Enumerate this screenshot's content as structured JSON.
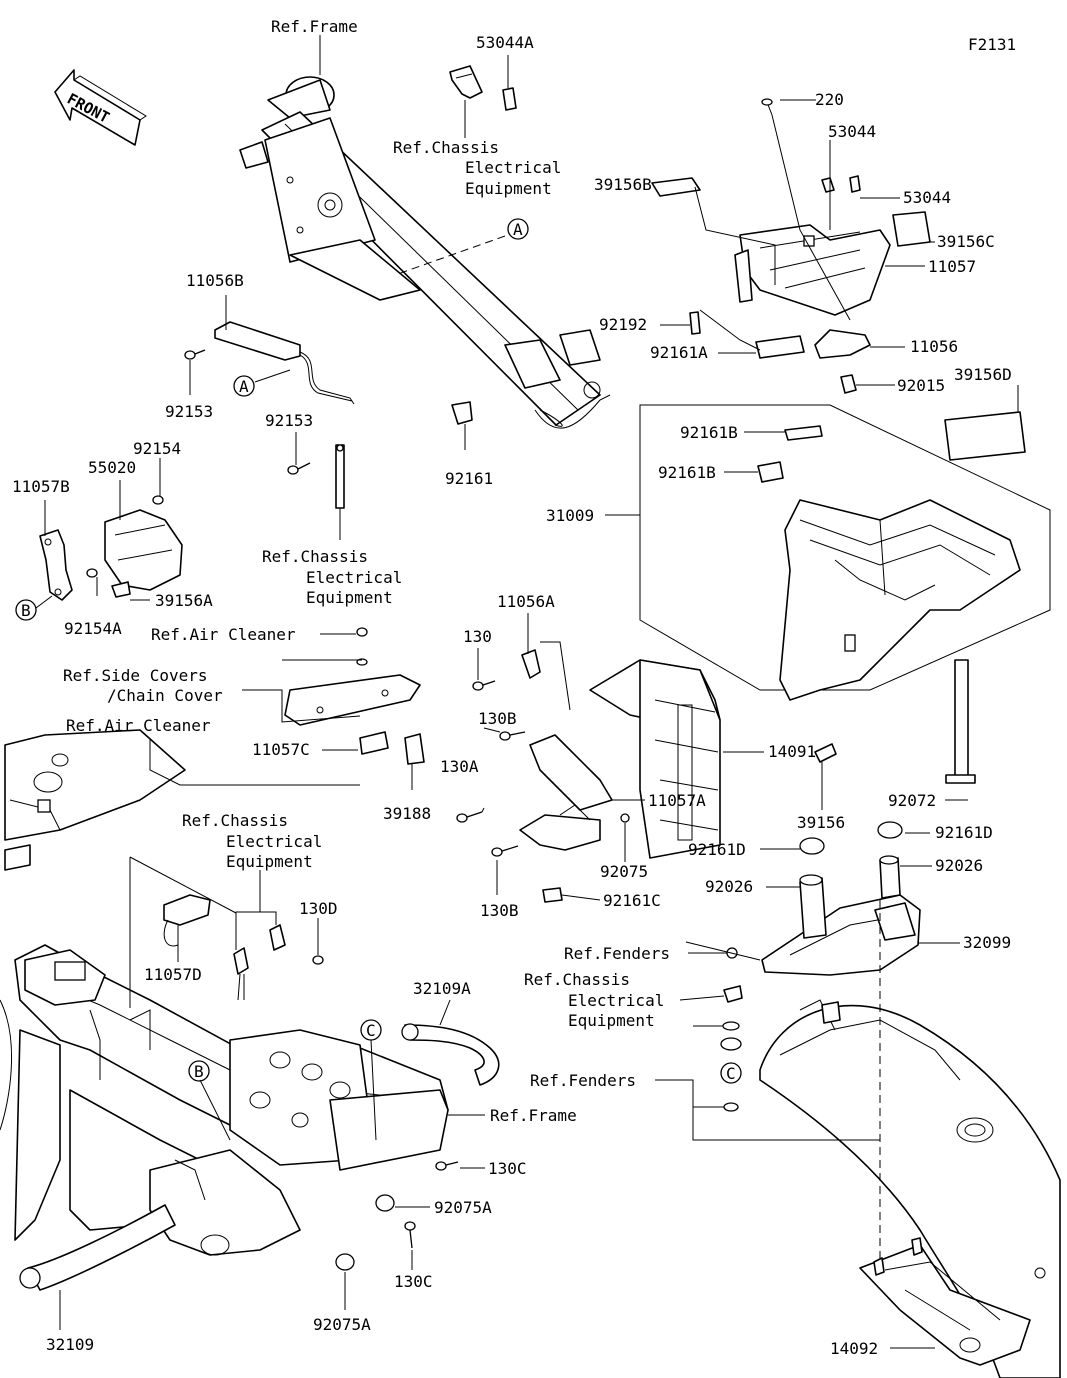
{
  "diagram_code": "F2131",
  "front_arrow_text": "FRONT",
  "parts": [
    {
      "id": "p_ref_frame_top",
      "text": "Ref.Frame"
    },
    {
      "id": "p_53044A",
      "text": "53044A"
    },
    {
      "id": "p_ref_chassis1_1",
      "text": "Ref.Chassis"
    },
    {
      "id": "p_ref_chassis1_2",
      "text": "Electrical"
    },
    {
      "id": "p_ref_chassis1_3",
      "text": "Equipment"
    },
    {
      "id": "p_220",
      "text": "220"
    },
    {
      "id": "p_53044a",
      "text": "53044"
    },
    {
      "id": "p_53044b",
      "text": "53044"
    },
    {
      "id": "p_39156B",
      "text": "39156B"
    },
    {
      "id": "p_39156C",
      "text": "39156C"
    },
    {
      "id": "p_11057",
      "text": "11057"
    },
    {
      "id": "p_92192",
      "text": "92192"
    },
    {
      "id": "p_92161A",
      "text": "92161A"
    },
    {
      "id": "p_11056",
      "text": "11056"
    },
    {
      "id": "p_92015",
      "text": "92015"
    },
    {
      "id": "p_39156D",
      "text": "39156D"
    },
    {
      "id": "p_11056B",
      "text": "11056B"
    },
    {
      "id": "p_92153a",
      "text": "92153"
    },
    {
      "id": "p_92153b",
      "text": "92153"
    },
    {
      "id": "p_92161",
      "text": "92161"
    },
    {
      "id": "p_92161B1",
      "text": "92161B"
    },
    {
      "id": "p_92161B2",
      "text": "92161B"
    },
    {
      "id": "p_31009",
      "text": "31009"
    },
    {
      "id": "p_11057B",
      "text": "11057B"
    },
    {
      "id": "p_55020",
      "text": "55020"
    },
    {
      "id": "p_92154",
      "text": "92154"
    },
    {
      "id": "p_92154A",
      "text": "92154A"
    },
    {
      "id": "p_39156A",
      "text": "39156A"
    },
    {
      "id": "p_ref_chassis2_1",
      "text": "Ref.Chassis"
    },
    {
      "id": "p_ref_chassis2_2",
      "text": "Electrical"
    },
    {
      "id": "p_ref_chassis2_3",
      "text": "Equipment"
    },
    {
      "id": "p_ref_air1",
      "text": "Ref.Air Cleaner"
    },
    {
      "id": "p_ref_side1",
      "text": "Ref.Side Covers"
    },
    {
      "id": "p_ref_side2",
      "text": "/Chain Cover"
    },
    {
      "id": "p_ref_air2",
      "text": "Ref.Air Cleaner"
    },
    {
      "id": "p_11057C",
      "text": "11057C"
    },
    {
      "id": "p_39188",
      "text": "39188"
    },
    {
      "id": "p_11056A",
      "text": "11056A"
    },
    {
      "id": "p_130",
      "text": "130"
    },
    {
      "id": "p_130B1",
      "text": "130B"
    },
    {
      "id": "p_130A",
      "text": "130A"
    },
    {
      "id": "p_14091",
      "text": "14091"
    },
    {
      "id": "p_11057A",
      "text": "11057A"
    },
    {
      "id": "p_92075",
      "text": "92075"
    },
    {
      "id": "p_130B2",
      "text": "130B"
    },
    {
      "id": "p_92161C",
      "text": "92161C"
    },
    {
      "id": "p_39156",
      "text": "39156"
    },
    {
      "id": "p_92072",
      "text": "92072"
    },
    {
      "id": "p_92161D1",
      "text": "92161D"
    },
    {
      "id": "p_92161D2",
      "text": "92161D"
    },
    {
      "id": "p_92026a",
      "text": "92026"
    },
    {
      "id": "p_92026b",
      "text": "92026"
    },
    {
      "id": "p_32099",
      "text": "32099"
    },
    {
      "id": "p_ref_chassis3_1",
      "text": "Ref.Chassis"
    },
    {
      "id": "p_ref_chassis3_2",
      "text": "Electrical"
    },
    {
      "id": "p_ref_chassis3_3",
      "text": "Equipment"
    },
    {
      "id": "p_130D",
      "text": "130D"
    },
    {
      "id": "p_11057D",
      "text": "11057D"
    },
    {
      "id": "p_32109A",
      "text": "32109A"
    },
    {
      "id": "p_ref_fenders1",
      "text": "Ref.Fenders"
    },
    {
      "id": "p_ref_chassis4_1",
      "text": "Ref.Chassis"
    },
    {
      "id": "p_ref_chassis4_2",
      "text": "Electrical"
    },
    {
      "id": "p_ref_chassis4_3",
      "text": "Equipment"
    },
    {
      "id": "p_ref_fenders2",
      "text": "Ref.Fenders"
    },
    {
      "id": "p_ref_frame2",
      "text": "Ref.Frame"
    },
    {
      "id": "p_130C1",
      "text": "130C"
    },
    {
      "id": "p_92075A1",
      "text": "92075A"
    },
    {
      "id": "p_130C2",
      "text": "130C"
    },
    {
      "id": "p_92075A2",
      "text": "92075A"
    },
    {
      "id": "p_32109",
      "text": "32109"
    },
    {
      "id": "p_14092",
      "text": "14092"
    }
  ],
  "callouts": [
    {
      "id": "c_A1",
      "text": "A"
    },
    {
      "id": "c_A2",
      "text": "A"
    },
    {
      "id": "c_B1",
      "text": "B"
    },
    {
      "id": "c_B2",
      "text": "B"
    },
    {
      "id": "c_C1",
      "text": "C"
    },
    {
      "id": "c_C2",
      "text": "C"
    }
  ]
}
